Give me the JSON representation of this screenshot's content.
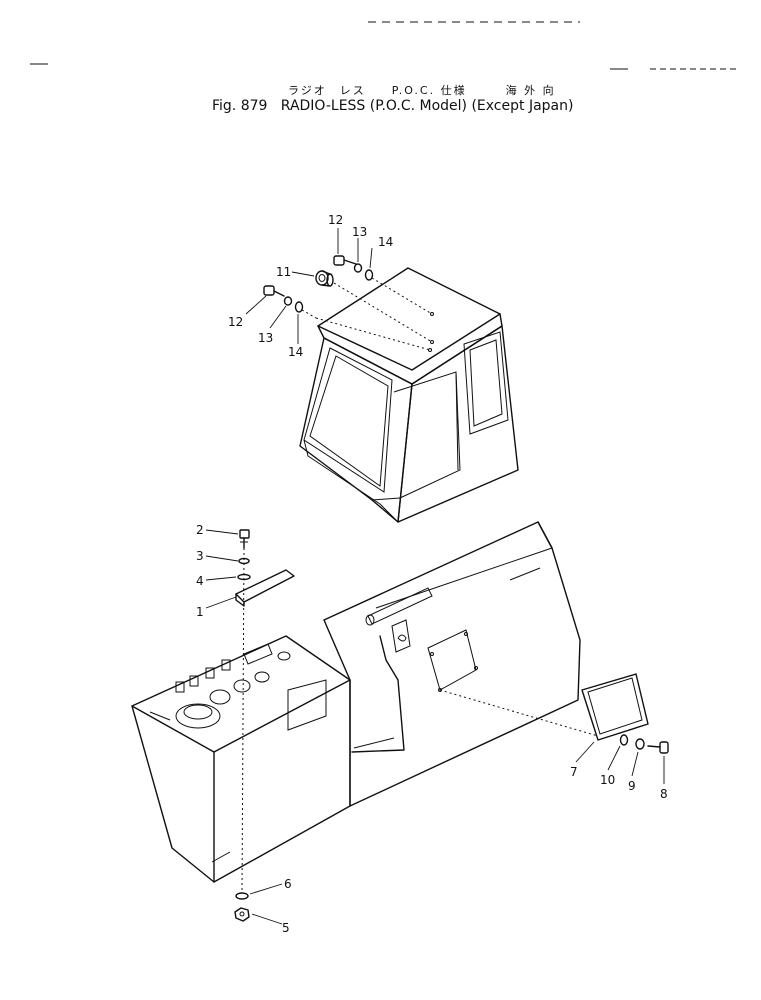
{
  "header": {
    "title_jp": "ラジオ　レス　　P.O.C. 仕様　　　海 外 向",
    "title_en": "Fig. 879   RADIO-LESS (P.O.C. Model) (Except Japan)"
  },
  "callouts": {
    "c1": "1",
    "c2": "2",
    "c3": "3",
    "c4": "4",
    "c5": "5",
    "c6": "6",
    "c7": "7",
    "c8": "8",
    "c9": "9",
    "c10": "10",
    "c11": "11",
    "c12a": "12",
    "c13a": "13",
    "c14a": "14",
    "c12b": "12",
    "c13b": "13",
    "c14b": "14"
  }
}
